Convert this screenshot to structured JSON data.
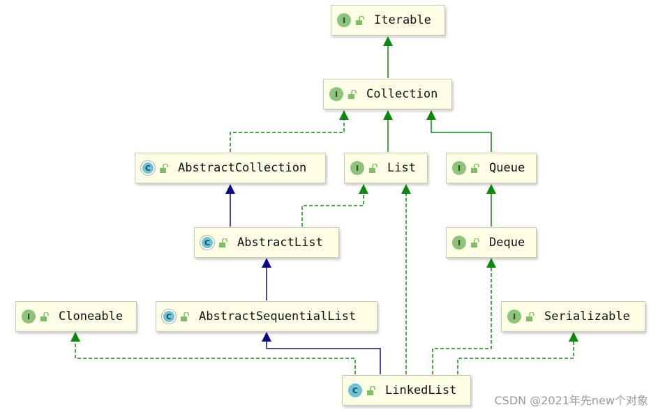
{
  "nodes": {
    "iterable": {
      "name": "Iterable",
      "kind": "I"
    },
    "collection": {
      "name": "Collection",
      "kind": "I"
    },
    "abstract_collection": {
      "name": "AbstractCollection",
      "kind": "C"
    },
    "list": {
      "name": "List",
      "kind": "I"
    },
    "queue": {
      "name": "Queue",
      "kind": "I"
    },
    "abstract_list": {
      "name": "AbstractList",
      "kind": "C"
    },
    "deque": {
      "name": "Deque",
      "kind": "I"
    },
    "cloneable": {
      "name": "Cloneable",
      "kind": "I"
    },
    "abstract_sequential_list": {
      "name": "AbstractSequentialList",
      "kind": "C"
    },
    "serializable": {
      "name": "Serializable",
      "kind": "I"
    },
    "linked_list": {
      "name": "LinkedList",
      "kind": "C"
    }
  },
  "colors": {
    "extends_interface": "#0a8a0a",
    "implements": "#0a8a0a",
    "extends_class": "#0b0b8a",
    "node_bg": "#fefee6"
  },
  "watermark": "CSDN @2021年先new个对象"
}
